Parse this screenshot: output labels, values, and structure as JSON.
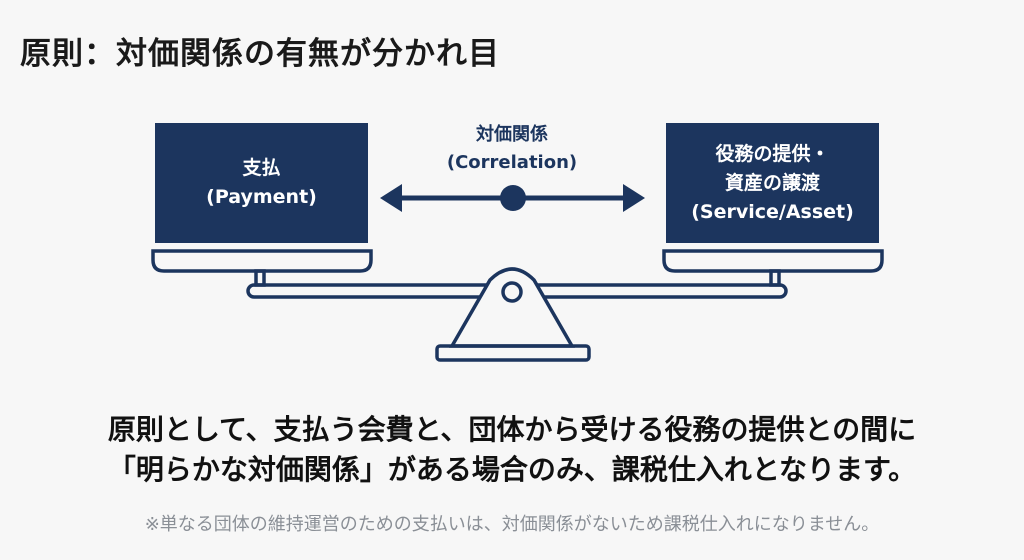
{
  "title": "原則：対価関係の有無が分かれ目",
  "diagram": {
    "left_box": {
      "line1": "支払",
      "line2": "(Payment)"
    },
    "right_box": {
      "line1": "役務の提供・",
      "line2": "資産の譲渡",
      "line3": "(Service/Asset)"
    },
    "center": {
      "line1": "対価関係",
      "line2": "(Correlation)"
    },
    "colors": {
      "navy": "#1c355e",
      "background": "#f7f7f7"
    }
  },
  "body": {
    "line1": "原則として、支払う会費と、団体から受ける役務の提供との間に",
    "line2": "「明らかな対価関係」がある場合のみ、課税仕入れとなります。",
    "note": "※単なる団体の維持運営のための支払いは、対価関係がないため課税仕入れになりません。"
  }
}
